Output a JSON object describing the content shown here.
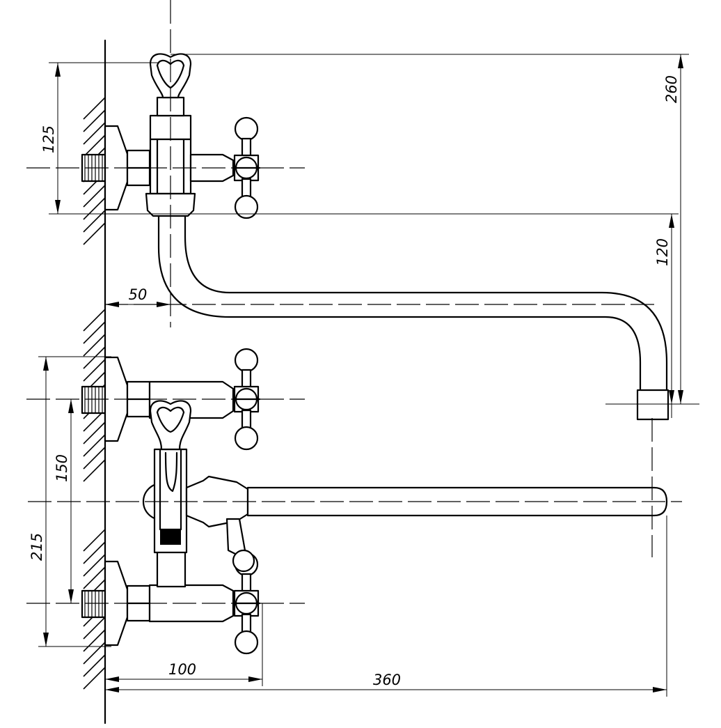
{
  "dimensions": {
    "spout_height_top": "260",
    "top_inlet_height": "125",
    "spout_drop": "120",
    "offset_50": "50",
    "span_215": "215",
    "span_150": "150",
    "depth_100": "100",
    "spout_length": "360"
  }
}
